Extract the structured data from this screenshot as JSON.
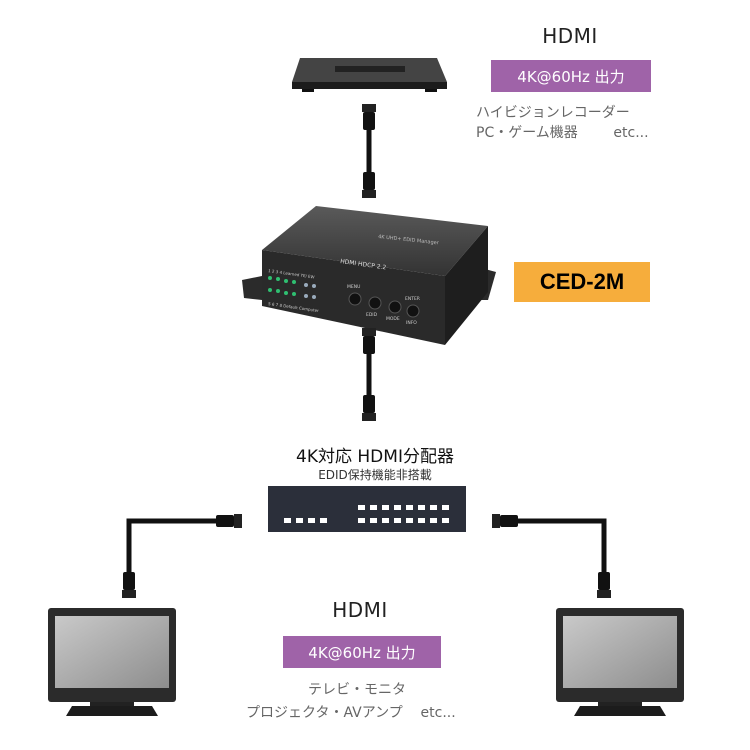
{
  "source": {
    "title": "HDMI",
    "badge": "4K@60Hz 出力",
    "lines": [
      "ハイビジョンレコーダー",
      "PC・ゲーム機器        etc..."
    ]
  },
  "product": {
    "model": "CED-2M",
    "front_text": "4K UHD+ EDID Manager",
    "brand_text": "HDMI  HDCP 2.2",
    "buttons": [
      "MENU",
      "EDID",
      "MODE",
      "ENTER",
      "INFO"
    ],
    "panel_labels": [
      "1 2 3 4  Learned  YE/ EW",
      "5 6 7 8  Default  Computer"
    ]
  },
  "splitter": {
    "title": "4K対応 HDMI分配器",
    "subtitle": "EDID保持機能非搭載"
  },
  "output": {
    "title": "HDMI",
    "badge": "4K@60Hz 出力",
    "lines": [
      "テレビ・モニタ",
      "プロジェクタ・AVアンプ    etc..."
    ]
  },
  "colors": {
    "badge_purple": "#9f63a8",
    "model_orange": "#f6ad3c",
    "device_dark": "#2a2a2a"
  }
}
